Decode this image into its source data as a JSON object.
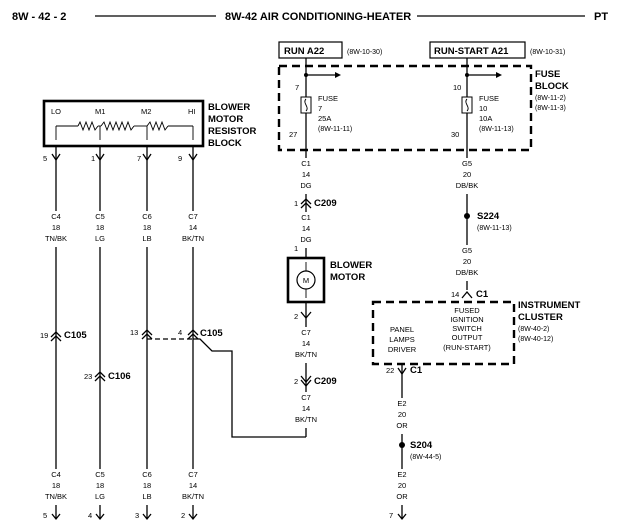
{
  "header": {
    "page": "8W - 42 - 2",
    "title": "8W-42 AIR CONDITIONING-HEATER",
    "model": "PT"
  },
  "fuse_block": {
    "run_label": "RUN A22",
    "run_ref": "(8W-10-30)",
    "runstart_label": "RUN-START A21",
    "runstart_ref": "(8W-10-31)",
    "title1": "FUSE",
    "title2": "BLOCK",
    "ref1": "(8W-11-2)",
    "ref2": "(8W-11-3)",
    "fuse7": {
      "pin_in": "7",
      "pin_out": "27",
      "l1": "FUSE",
      "l2": "7",
      "l3": "25A",
      "ref": "(8W-11-11)"
    },
    "fuse10": {
      "pin_in": "10",
      "pin_out": "30",
      "l1": "FUSE",
      "l2": "10",
      "l3": "10A",
      "ref": "(8W-11-13)"
    }
  },
  "resistor": {
    "t1": "BLOWER",
    "t2": "MOTOR",
    "t3": "RESISTOR",
    "t4": "BLOCK",
    "taps": [
      "LO",
      "M1",
      "M2",
      "HI"
    ],
    "pins": [
      "5",
      "1",
      "7",
      "9"
    ]
  },
  "wires": {
    "c4": {
      "id": "C4",
      "gauge": "18",
      "color": "TN/BK"
    },
    "c5": {
      "id": "C5",
      "gauge": "18",
      "color": "LG"
    },
    "c6": {
      "id": "C6",
      "gauge": "18",
      "color": "LB"
    },
    "c7": {
      "id": "C7",
      "gauge": "14",
      "color": "BK/TN"
    },
    "c1": {
      "id": "C1",
      "gauge": "14",
      "color": "DG"
    },
    "g5": {
      "id": "G5",
      "gauge": "20",
      "color": "DB/BK"
    },
    "e2": {
      "id": "E2",
      "gauge": "20",
      "color": "OR"
    }
  },
  "connectors": {
    "c209": "C209",
    "c105": "C105",
    "c106": "C106",
    "c1": "C1",
    "c209_pin": "1",
    "c209_pin_b": "2",
    "c105_pin_a": "19",
    "c105_pin_b": "13",
    "c105_pin_c": "4",
    "c106_pin": "23"
  },
  "blower": {
    "t1": "BLOWER",
    "t2": "MOTOR",
    "symbol": "M",
    "pin_top": "1",
    "pin_bot": "2"
  },
  "splices": {
    "s224": "S224",
    "s224_ref": "(8W-11-13)",
    "s204": "S204",
    "s204_ref": "(8W-44-5)"
  },
  "cluster": {
    "t1": "INSTRUMENT",
    "t2": "CLUSTER",
    "ref1": "(8W-40-2)",
    "ref2": "(8W-40-12)",
    "in_pin": "14",
    "in_conn": "C1",
    "out_pin": "22",
    "out_conn": "C1",
    "fused1": "FUSED",
    "fused2": "IGNITION",
    "fused3": "SWITCH",
    "fused4": "OUTPUT",
    "fused5": "(RUN-START)",
    "panel1": "PANEL",
    "panel2": "LAMPS",
    "panel3": "DRIVER"
  },
  "bottom_pins": [
    "5",
    "4",
    "3",
    "2",
    "7"
  ]
}
